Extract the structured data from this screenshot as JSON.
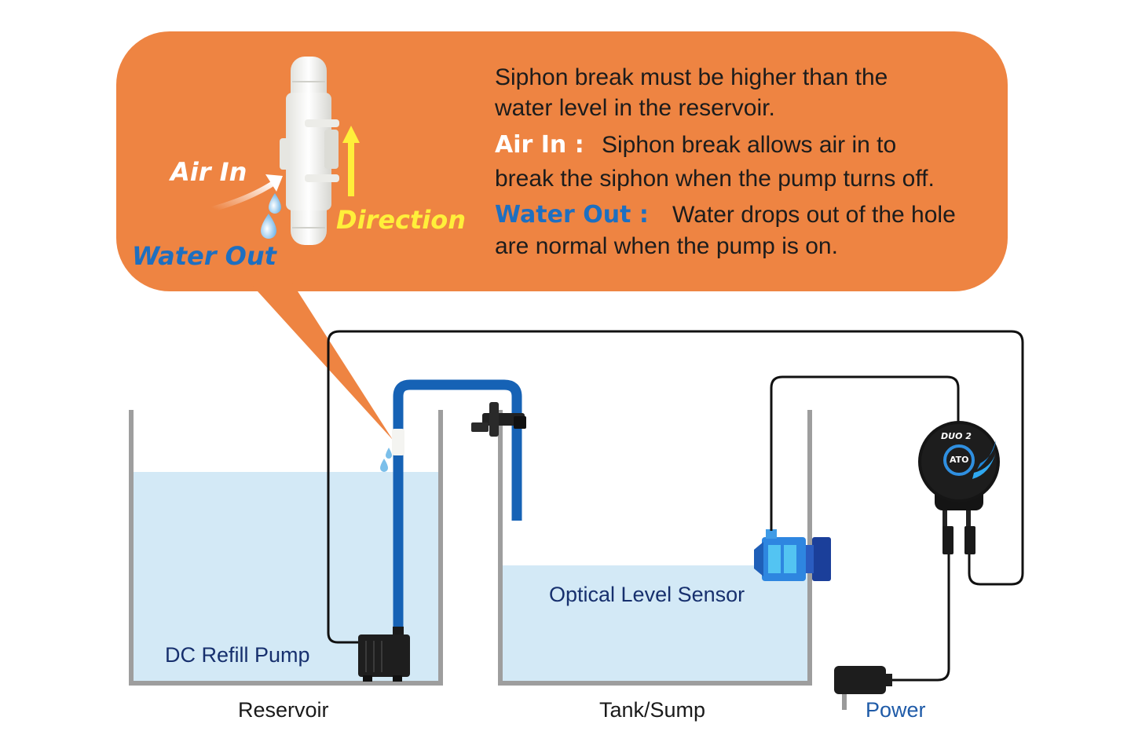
{
  "callout": {
    "tag_air_in": "Air In",
    "tag_direction": "Direction",
    "tag_water_out": "Water Out",
    "line1": "Siphon break must be higher than the",
    "line2": "water level in the reservoir.",
    "air_in_kw": "Air In :",
    "air_in_text1": "Siphon break allows air in to",
    "air_in_text2": "break the siphon when the pump turns off.",
    "water_out_kw": "Water Out :",
    "water_out_text1": "Water drops out of the hole",
    "water_out_text2": "are normal when the pump is on."
  },
  "labels": {
    "pump": "DC Refill Pump",
    "sensor": "Optical Level Sensor",
    "reservoir": "Reservoir",
    "tank": "Tank/Sump",
    "power": "Power"
  },
  "controller": {
    "brand": "DUO 2",
    "badge": "ATO"
  },
  "colors": {
    "callout": "#ee8442",
    "water": "#d3e9f6",
    "tube": "#1662b5",
    "air_in_kw": "#ffffff",
    "water_out_kw": "#1e6fc0",
    "direction": "#ffef3a",
    "label_blue": "#17306e"
  }
}
